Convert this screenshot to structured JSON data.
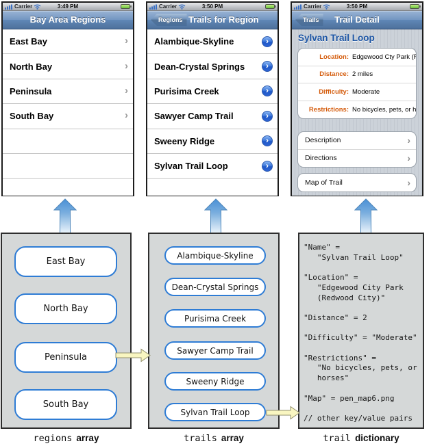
{
  "screens": [
    {
      "status": {
        "carrier": "Carrier",
        "time": "3:49 PM"
      },
      "nav": {
        "title": "Bay Area Regions"
      },
      "rows": [
        "East Bay",
        "North Bay",
        "Peninsula",
        "South Bay"
      ]
    },
    {
      "status": {
        "carrier": "Carrier",
        "time": "3:50 PM"
      },
      "nav": {
        "back": "Regions",
        "title": "Trails for Region"
      },
      "rows": [
        "Alambique-Skyline",
        "Dean-Crystal Springs",
        "Purisima Creek",
        "Sawyer Camp Trail",
        "Sweeny Ridge",
        "Sylvan Trail Loop"
      ]
    },
    {
      "status": {
        "carrier": "Carrier",
        "time": "3:50 PM"
      },
      "nav": {
        "back": "Trails",
        "title": "Trail Detail"
      },
      "detail": {
        "heading": "Sylvan Trail Loop",
        "fields": [
          {
            "label": "Location:",
            "value": "Edgewood Cty Park (Redw"
          },
          {
            "label": "Distance:",
            "value": "2 miles"
          },
          {
            "label": "Difficulty:",
            "value": "Moderate"
          },
          {
            "label": "Restrictions:",
            "value": "No bicycles, pets, or horses"
          }
        ],
        "links": [
          "Description",
          "Directions"
        ],
        "map_link": "Map of Trail"
      }
    }
  ],
  "boxes": {
    "regions": {
      "items": [
        "East Bay",
        "North Bay",
        "Peninsula",
        "South Bay"
      ]
    },
    "trails": {
      "items": [
        "Alambique-Skyline",
        "Dean-Crystal Springs",
        "Purisima Creek",
        "Sawyer Camp Trail",
        "Sweeny Ridge",
        "Sylvan Trail Loop"
      ]
    },
    "dictionary": {
      "code": "\"Name\" =\n   \"Sylvan Trail Loop\"\n\n\"Location\" =\n   \"Edgewood City Park\n   (Redwood City)\"\n\n\"Distance\" = 2\n\n\"Difficulty\" = \"Moderate\"\n\n\"Restrictions\" =\n   \"No bicycles, pets, or\n   horses\"\n\n\"Map\" = pen_map6.png\n\n// other key/value pairs"
    }
  },
  "labels": [
    {
      "code": "regions",
      "bold": "array"
    },
    {
      "code": "trails",
      "bold": "array"
    },
    {
      "code": "trail",
      "bold": "dictionary"
    }
  ],
  "colors": {
    "nav_blue": "#5f87b6",
    "pill_border": "#2e7cd5",
    "detail_label_orange": "#d45b0b",
    "heading_blue": "#1c55a4",
    "box_gray": "#d5d8d8",
    "arrow_blue": "#4a90d6",
    "arrow_yellow": "#f9f6c1",
    "battery_green": "#67c138"
  }
}
